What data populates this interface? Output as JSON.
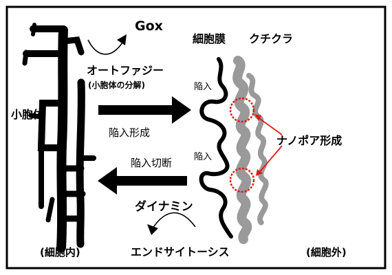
{
  "labels": {
    "gox": "Gox",
    "autophagy": "オートファジー",
    "autophagy_sub": "(小胞体の分解)",
    "er": "小胞体",
    "invagination_formation": "陥入形成",
    "invagination_cut": "陥入切断",
    "dynamin": "ダイナミン",
    "endocytosis": "エンドサイトーシス",
    "intracellular": "(細胞内)",
    "extracellular": "(細胞外)",
    "membrane": "細胞膜",
    "kuchikura": "クチクラ",
    "invagination_1": "陥入",
    "invagination_2": "陥入",
    "nanopore": "ナノポア形成"
  },
  "colors": {
    "gox": "#2ecc1a",
    "dynamin": "#e23ee0",
    "nanopore_arrow": "#e01818",
    "cuticle": "#9a9a9a",
    "ink": "#000000"
  }
}
